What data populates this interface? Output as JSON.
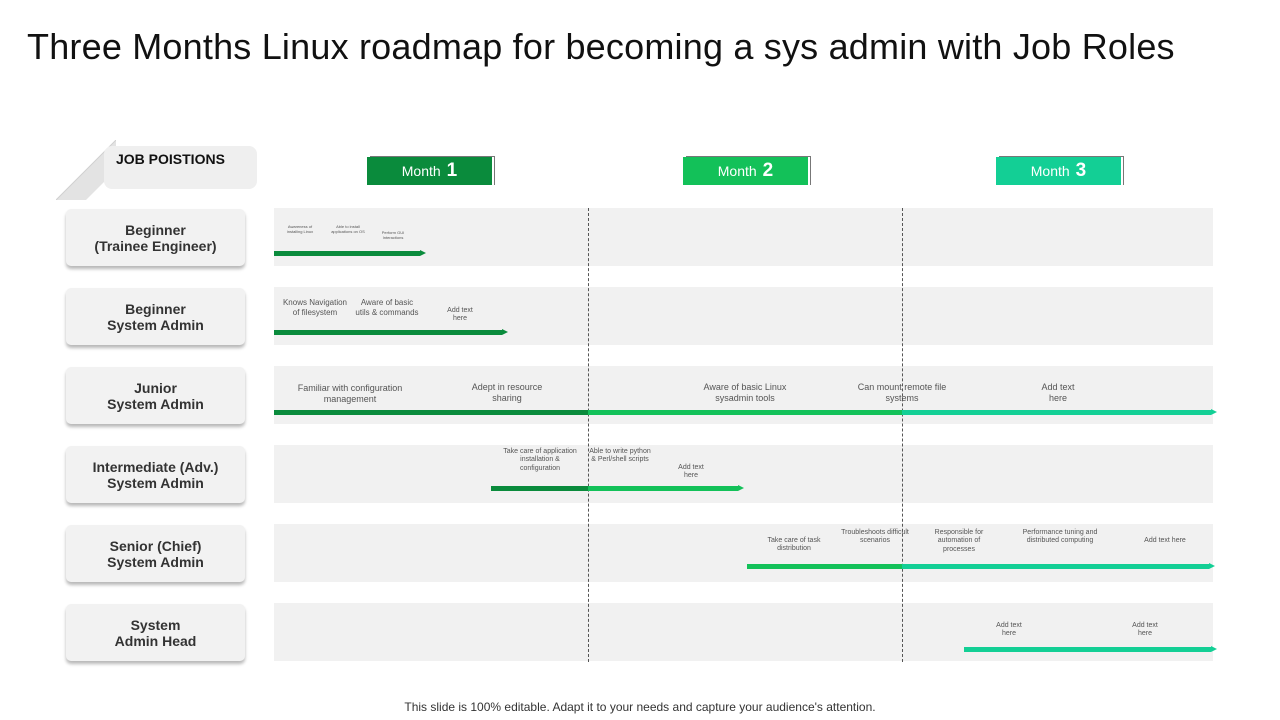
{
  "title": "Three Months Linux roadmap for becoming a sys admin with Job Roles",
  "job_positions_header": "JOB POISTIONS",
  "months": [
    {
      "label": "Month",
      "number": "1",
      "color": "#0a8b3c"
    },
    {
      "label": "Month",
      "number": "2",
      "color": "#13c159"
    },
    {
      "label": "Month",
      "number": "3",
      "color": "#13cf95"
    }
  ],
  "roles": [
    {
      "line1": "Beginner",
      "line2": "(Trainee Engineer)"
    },
    {
      "line1": "Beginner",
      "line2": "System Admin"
    },
    {
      "line1": "Junior",
      "line2": "System Admin"
    },
    {
      "line1": "Intermediate (Adv.)",
      "line2": "System Admin"
    },
    {
      "line1": "Senior (Chief)",
      "line2": "System Admin"
    },
    {
      "line1": "System",
      "line2": "Admin Head"
    }
  ],
  "notes": {
    "r1": [
      "Awareness of installing Linux",
      "Able to install applications on OS",
      "Perform GUI Interactions"
    ],
    "r2": [
      "Knows Navigation of filesystem",
      "Aware of basic utils & commands",
      "Add text here"
    ],
    "r3": [
      "Familiar with configuration management",
      "Adept in resource sharing",
      "Aware of basic Linux sysadmin tools",
      "Can mount remote file systems",
      "Add text here"
    ],
    "r4": [
      "Take care of application installation & configuration",
      "Able to write python & Perl/shell scripts",
      "Add text here"
    ],
    "r5": [
      "Take care of task distribution",
      "Troubleshoots difficult scenarios",
      "Responsible for automation of processes",
      "Performance tuning and distributed computing",
      "Add text here"
    ],
    "r6": [
      "Add text here",
      "Add text here"
    ]
  },
  "colors": {
    "dark_green": "#0a8b3c",
    "green": "#13c159",
    "teal": "#13cf95"
  },
  "footer": "This slide is 100% editable. Adapt it to your needs and capture your audience's attention."
}
